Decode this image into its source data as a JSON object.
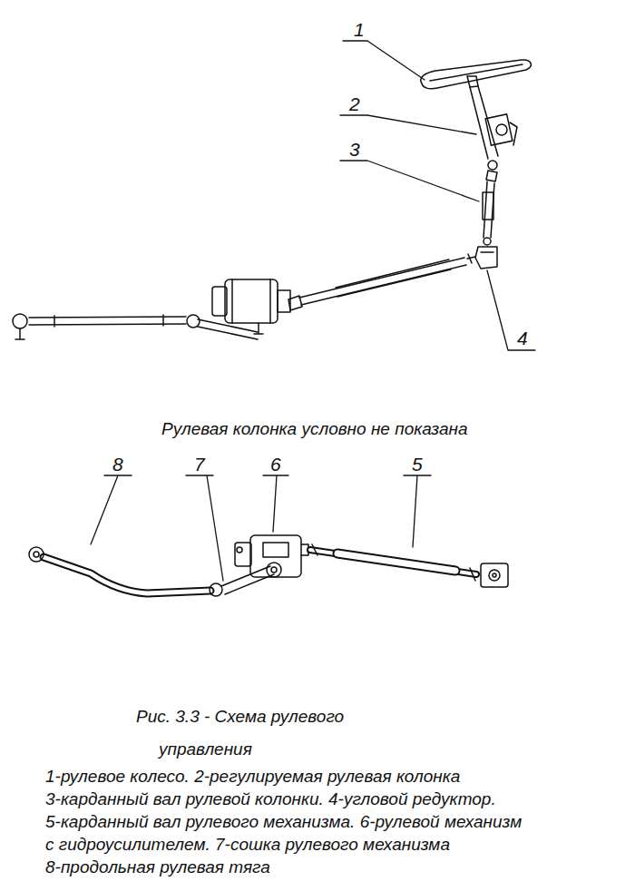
{
  "diagram": {
    "caption": "Рис. 3.3 - Схема рулевого управления",
    "labels": [
      "1",
      "2",
      "3",
      "4",
      "Рулевая колонка условно не показана",
      "8",
      "7",
      "6",
      "5",
      "1-рулевое колесо. 2-регулируемая рулевая колонка",
      "3-карданный вал рулевой колонки. 4-угловой редуктор.",
      "5-карданный вал рулевого механизма. 6-рулевой механизм",
      "с гидроусилителем. 7-сошка рулевого механизма",
      "8-продольная рулевая тяга"
    ]
  }
}
